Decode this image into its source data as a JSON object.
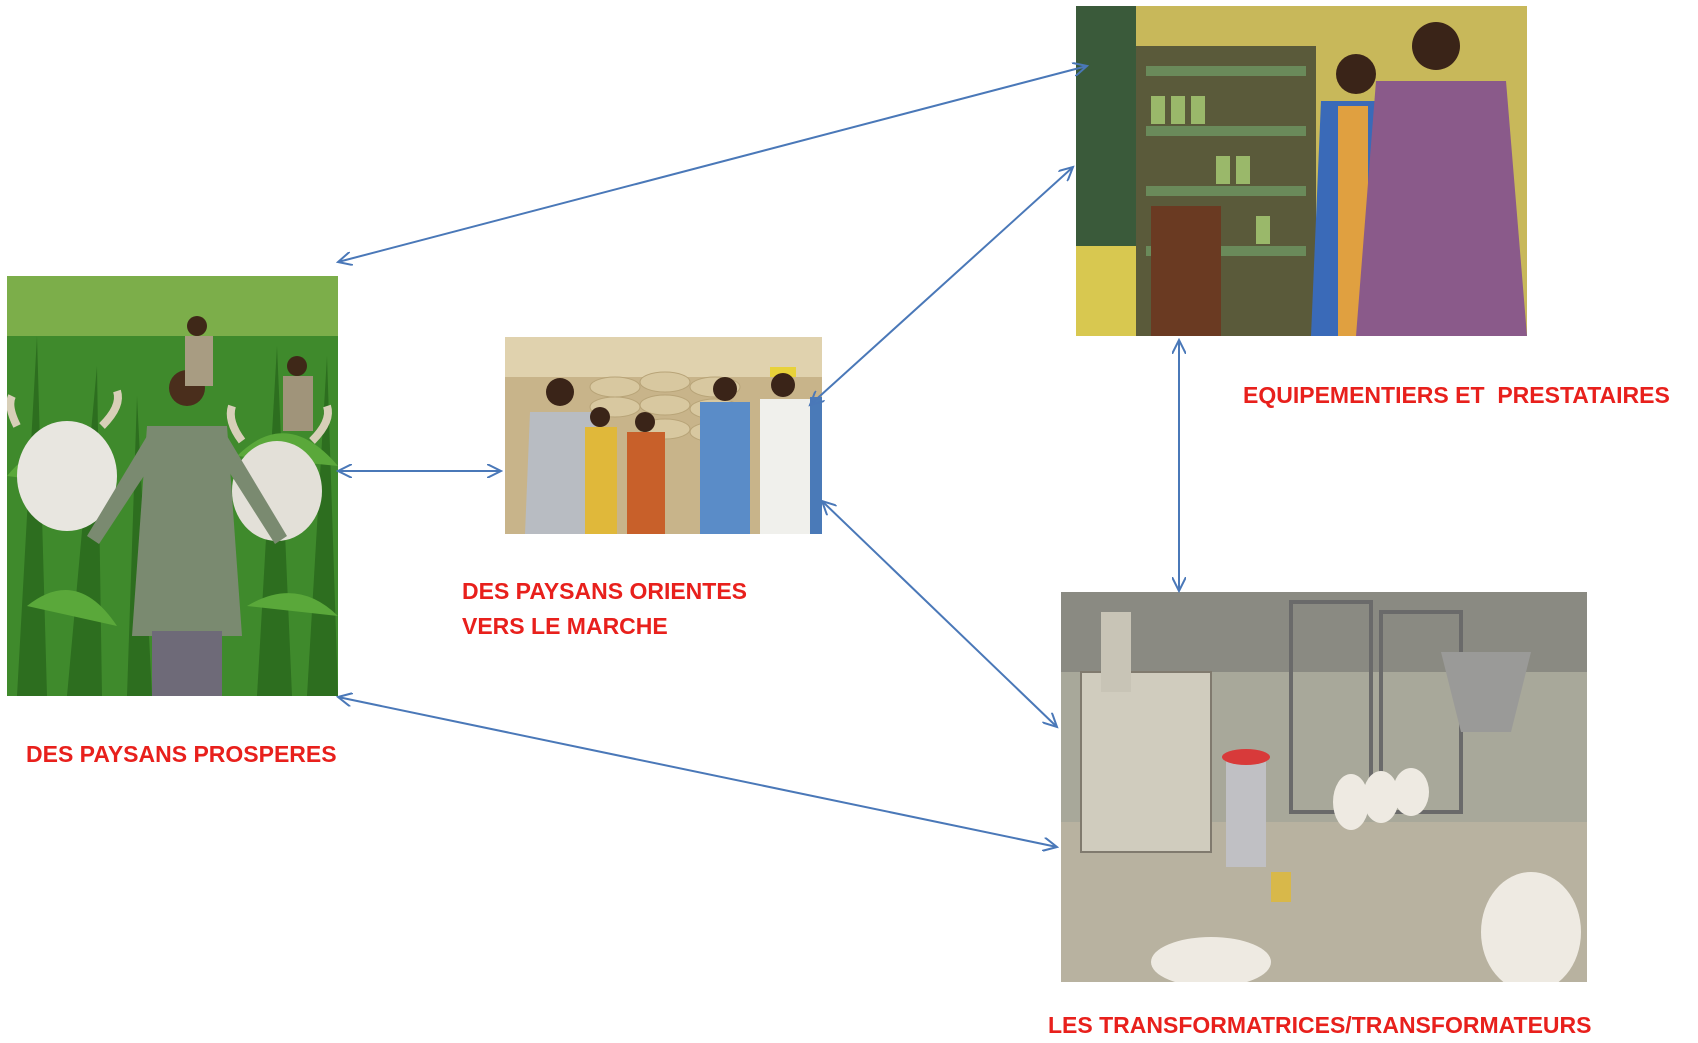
{
  "colors": {
    "label": "#e8201c",
    "arrow": "#4a78b8"
  },
  "nodes": {
    "farmers_prosperous": {
      "label": "DES PAYSANS PROSPERES",
      "image": "farmers-with-cattle-in-field-photo"
    },
    "farmers_market": {
      "label_line1": "DES PAYSANS ORIENTES",
      "label_line2": "VERS LE MARCHE",
      "image": "farmers-meeting-in-grain-warehouse-photo"
    },
    "suppliers": {
      "label": "EQUIPEMENTIERS ET  PRESTATAIRES",
      "image": "men-in-agro-supply-shop-photo"
    },
    "processors": {
      "label": "LES TRANSFORMATRICES/TRANSFORMATEURS",
      "image": "grain-processing-plant-interior-photo"
    }
  },
  "connections": [
    {
      "from": "farmers_prosperous",
      "to": "suppliers",
      "direction": "both"
    },
    {
      "from": "farmers_prosperous",
      "to": "farmers_market",
      "direction": "both"
    },
    {
      "from": "farmers_market",
      "to": "suppliers",
      "direction": "both"
    },
    {
      "from": "farmers_market",
      "to": "processors",
      "direction": "both"
    },
    {
      "from": "suppliers",
      "to": "processors",
      "direction": "both"
    },
    {
      "from": "farmers_prosperous",
      "to": "processors",
      "direction": "both"
    }
  ]
}
